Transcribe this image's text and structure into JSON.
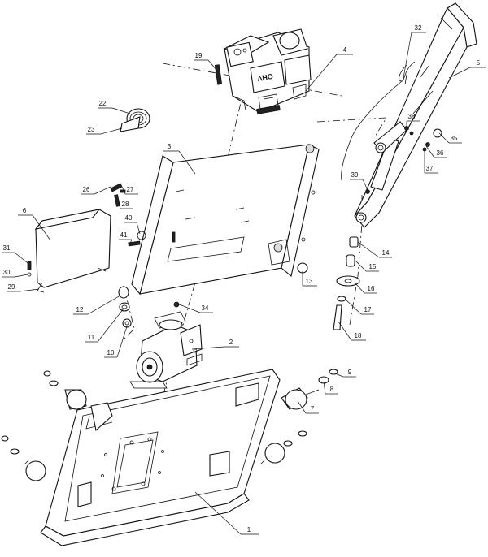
{
  "callouts": [
    {
      "id": "c1",
      "label": "1"
    },
    {
      "id": "c2",
      "label": "2"
    },
    {
      "id": "c3",
      "label": "3"
    },
    {
      "id": "c4",
      "label": "4"
    },
    {
      "id": "c5",
      "label": "5"
    },
    {
      "id": "c6",
      "label": "6"
    },
    {
      "id": "c7",
      "label": "7"
    },
    {
      "id": "c8",
      "label": "8"
    },
    {
      "id": "c9",
      "label": "9"
    },
    {
      "id": "c10",
      "label": "10"
    },
    {
      "id": "c11",
      "label": "11"
    },
    {
      "id": "c12",
      "label": "12"
    },
    {
      "id": "c13",
      "label": "13"
    },
    {
      "id": "c14",
      "label": "14"
    },
    {
      "id": "c15",
      "label": "15"
    },
    {
      "id": "c16",
      "label": "16"
    },
    {
      "id": "c17",
      "label": "17"
    },
    {
      "id": "c18",
      "label": "18"
    },
    {
      "id": "c19",
      "label": "19"
    },
    {
      "id": "c22",
      "label": "22"
    },
    {
      "id": "c23",
      "label": "23"
    },
    {
      "id": "c26",
      "label": "26"
    },
    {
      "id": "c27",
      "label": "27"
    },
    {
      "id": "c28",
      "label": "28"
    },
    {
      "id": "c29",
      "label": "29"
    },
    {
      "id": "c30",
      "label": "30"
    },
    {
      "id": "c31",
      "label": "31"
    },
    {
      "id": "c32",
      "label": "32"
    },
    {
      "id": "c34",
      "label": "34"
    },
    {
      "id": "c35",
      "label": "35"
    },
    {
      "id": "c36",
      "label": "36"
    },
    {
      "id": "c37",
      "label": "37"
    },
    {
      "id": "c38",
      "label": "38"
    },
    {
      "id": "c39",
      "label": "39"
    },
    {
      "id": "c40",
      "label": "40"
    },
    {
      "id": "c41",
      "label": "41"
    }
  ],
  "engine_brand_text": "OHV"
}
